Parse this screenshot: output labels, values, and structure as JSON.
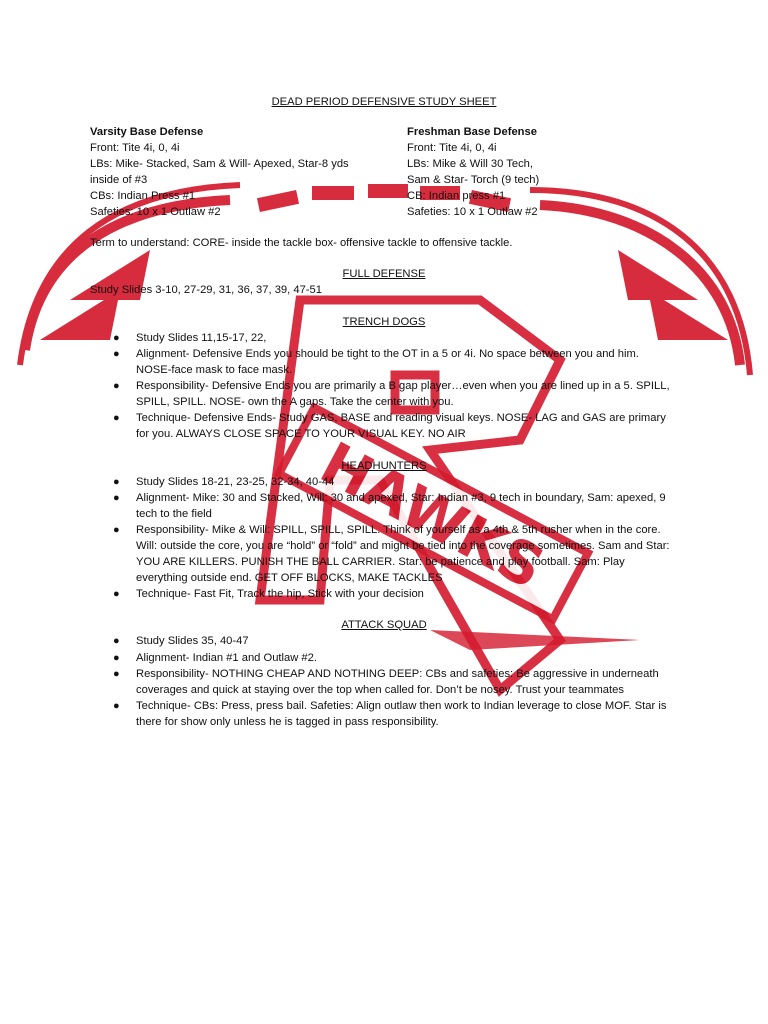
{
  "colors": {
    "watermark_red": "#d41a2e",
    "text": "#111111"
  },
  "watermark": {
    "logo_text": "HAWKS"
  },
  "title": "DEAD PERIOD DEFENSIVE STUDY SHEET",
  "varsity": {
    "heading": "Varsity Base Defense",
    "lines": [
      "Front: Tite 4i, 0, 4i",
      "LBs: Mike- Stacked, Sam & Will- Apexed, Star-8 yds",
      "inside of #3",
      "CBs: Indian Press #1",
      "Safeties: 10 x 1 Outlaw #2"
    ]
  },
  "freshman": {
    "heading": "Freshman Base Defense",
    "lines": [
      "Front: Tite 4i, 0, 4i",
      "LBs: Mike & Will 30 Tech,",
      "Sam & Star- Torch (9 tech)",
      "CB: Indian press #1",
      "Safeties: 10 x 1 Outlaw #2"
    ]
  },
  "term_line": "Term to understand: CORE- inside the tackle box- offensive tackle to offensive tackle.",
  "full_defense": {
    "heading": "FULL DEFENSE",
    "line": "Study Slides 3-10, 27-29, 31, 36, 37, 39, 47-51"
  },
  "trench_dogs": {
    "heading": "TRENCH DOGS",
    "items": [
      "Study Slides 11,15-17, 22,",
      "Alignment- Defensive Ends you should be tight to the OT in a 5 or 4i. No space between you and him. NOSE-face mask to face mask.",
      "Responsibility- Defensive Ends you are primarily a B gap player…even when you are lined up in a 5. SPILL, SPILL, SPILL. NOSE- own the A gaps. Take the center with you.",
      "Technique- Defensive Ends- Study GAS, BASE and reading visual keys. NOSE- LAG and GAS are primary for you. ALWAYS CLOSE SPACE TO YOUR VISUAL KEY. NO AIR"
    ]
  },
  "headhunters": {
    "heading": "HEADHUNTERS",
    "items": [
      "Study Slides 18-21, 23-25, 32-34, 40-44",
      "Alignment- Mike: 30 and Stacked, Will: 30 and apexed, Star: Indian #3, 9 tech in boundary, Sam: apexed, 9 tech to the field",
      "Responsibility- Mike & Will: SPILL, SPILL, SPILL. Think of yourself as a 4th & 5th rusher when in the core. Will: outside the core, you are “hold” or “fold” and might be tied into the coverage sometimes. Sam and Star: YOU ARE KILLERS. PUNISH THE BALL CARRIER. Star: be patience and play football. Sam: Play everything outside end. GET OFF BLOCKS, MAKE TACKLES",
      "Technique- Fast Fit, Track the hip, Stick with your decision"
    ]
  },
  "attack_squad": {
    "heading": "ATTACK SQUAD",
    "items": [
      "Study Slides 35, 40-47",
      "Alignment- Indian  #1 and Outlaw #2.",
      "Responsibility- NOTHING CHEAP AND NOTHING DEEP: CBs and safeties: Be aggressive in underneath coverages and quick at staying over the top when called for. Don’t be nosey. Trust your teammates",
      "Technique- CBs: Press, press bail. Safeties: Align outlaw then work to Indian leverage to close MOF. Star is there for show only unless he is tagged in pass responsibility."
    ]
  }
}
